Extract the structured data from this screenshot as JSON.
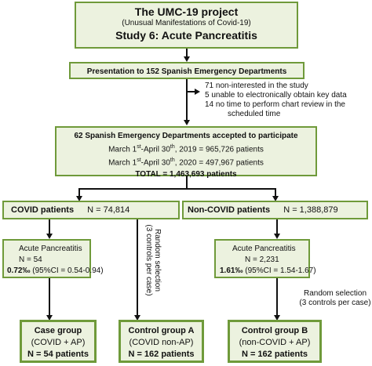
{
  "title_box": {
    "title": "The UMC-19 project",
    "subtitle": "(Unusual Manifestations of Covid-19)",
    "study": "Study 6: Acute Pancreatitis"
  },
  "presentation_box": {
    "text": "Presentation to 152 Spanish Emergency Departments"
  },
  "exclusions": [
    "71 non-interested in the study",
    "5 unable to electronically obtain key data",
    "14 no time to perform chart review in the",
    "scheduled time"
  ],
  "accepted_box": {
    "heading": "62 Spanish Emergency Departments accepted to participate",
    "line1_pre": "March 1",
    "line1_sup1": "st",
    "line1_mid": "-April 30",
    "line1_sup2": "th",
    "line1_post": ", 2019 = 965,726 patients",
    "line2_pre": "March 1",
    "line2_sup1": "st",
    "line2_mid": "-April 30",
    "line2_sup2": "th",
    "line2_post": ", 2020 = 497,967 patients",
    "total": "TOTAL = 1,463,693 patients"
  },
  "covid_box": {
    "label": "COVID patients",
    "n": "N = 74,814"
  },
  "noncovid_box": {
    "label": "Non-COVID patients",
    "n": "N = 1,388,879"
  },
  "ap_covid_box": {
    "line1": "Acute Pancreatitis",
    "line2": "N = 54",
    "rate": "0.72‰",
    "ci": " (95%CI = 0.54-0.94)"
  },
  "ap_noncovid_box": {
    "line1": "Acute Pancreatitis",
    "line2": "N = 2,231",
    "rate": "1.61‰",
    "ci": " (95%CI = 1.54-1.67)"
  },
  "random_vertical": {
    "line1": "Random selection",
    "line2": "(3 controls per case)"
  },
  "random_right": {
    "line1": "Random selection",
    "line2": "(3 controls per case)"
  },
  "case_box": {
    "title": "Case group",
    "sub": "(COVID + AP)",
    "n": "N = 54 patients"
  },
  "control_a_box": {
    "title": "Control group A",
    "sub": "(COVID non-AP)",
    "n": "N = 162 patients"
  },
  "control_b_box": {
    "title": "Control group B",
    "sub": "(non-COVID + AP)",
    "n": "N = 162 patients"
  }
}
